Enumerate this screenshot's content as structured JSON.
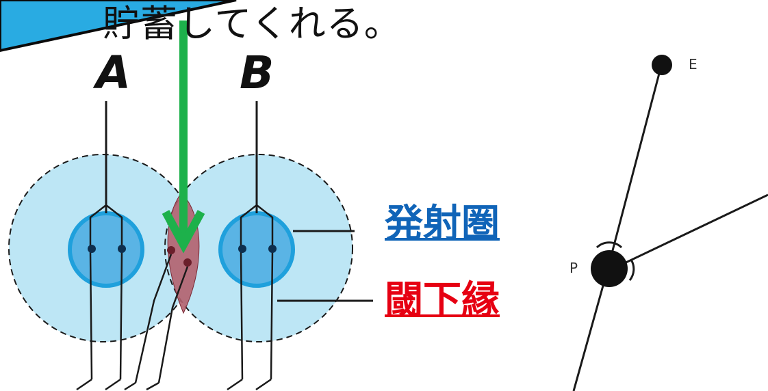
{
  "caption": "貯蓄してくれる。",
  "neurons": {
    "a_label": "A",
    "b_label": "B"
  },
  "legend": {
    "discharge_zone": "発射圏",
    "subliminal_fringe": "閾下縁"
  },
  "network": {
    "node_e": "E",
    "node_p": "P"
  },
  "colors": {
    "banner": "#29ABE2",
    "fringe_fill": "#BDE6F5",
    "core_fill": "#5AB4E5",
    "core_stroke": "#1FA0DC",
    "overlap_fill": "#B3606E",
    "arrow": "#1DB14B",
    "discharge_label": "#1064B8",
    "subliminal_label": "#E60012",
    "ink": "#111111"
  }
}
